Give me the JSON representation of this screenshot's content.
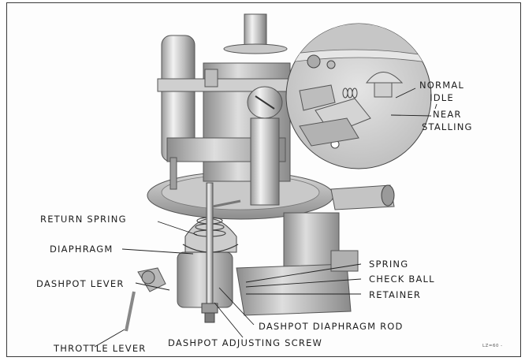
{
  "figure": {
    "subject": "carburetor with dashpot assembly",
    "figure_code": "LZ=60 -",
    "colors": {
      "ink": "#1e1e1e",
      "metal_light": "#e8e8e8",
      "metal_mid": "#b5b5b5",
      "metal_dark": "#6e6e6e",
      "frame": "#3a3a3a"
    }
  },
  "inset": {
    "labels": {
      "normal_idle_line1": "NORMAL",
      "normal_idle_line2": "IDLE",
      "near_stalling_line1": "NEAR",
      "near_stalling_line2": "STALLING"
    }
  },
  "callouts": {
    "return_spring": "RETURN SPRING",
    "diaphragm": "DIAPHRAGM",
    "dashpot_lever": "DASHPOT LEVER",
    "throttle_lever": "THROTTLE LEVER",
    "dashpot_adjusting_screw": "DASHPOT ADJUSTING SCREW",
    "dashpot_diaphragm_rod": "DASHPOT DIAPHRAGM ROD",
    "spring": "SPRING",
    "check_ball": "CHECK BALL",
    "retainer": "RETAINER"
  }
}
